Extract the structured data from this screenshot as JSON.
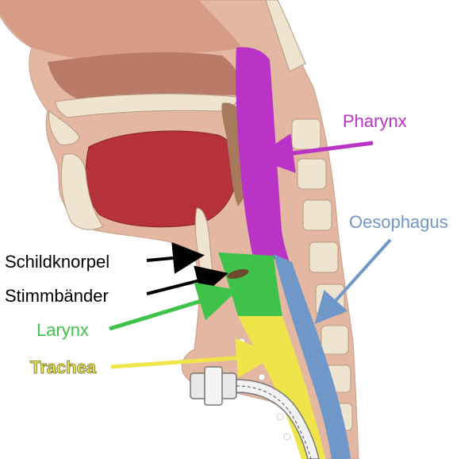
{
  "labels": {
    "pharynx": "Pharynx",
    "oesophagus": "Oesophagus",
    "schildknorpel": "Schildknorpel",
    "stimmbaender": "Stimmbänder",
    "larynx": "Larynx",
    "trachea": "Trachea"
  },
  "colors": {
    "pharynx": "#b933c6",
    "oesophagus": "#6f97c8",
    "larynx": "#3fc24a",
    "trachea": "#efe44a",
    "black_label": "#000000",
    "skin": "#e3b7a2",
    "tissue": "#c98873",
    "mouth_red": "#b5323a",
    "bone": "#efe4cf"
  }
}
